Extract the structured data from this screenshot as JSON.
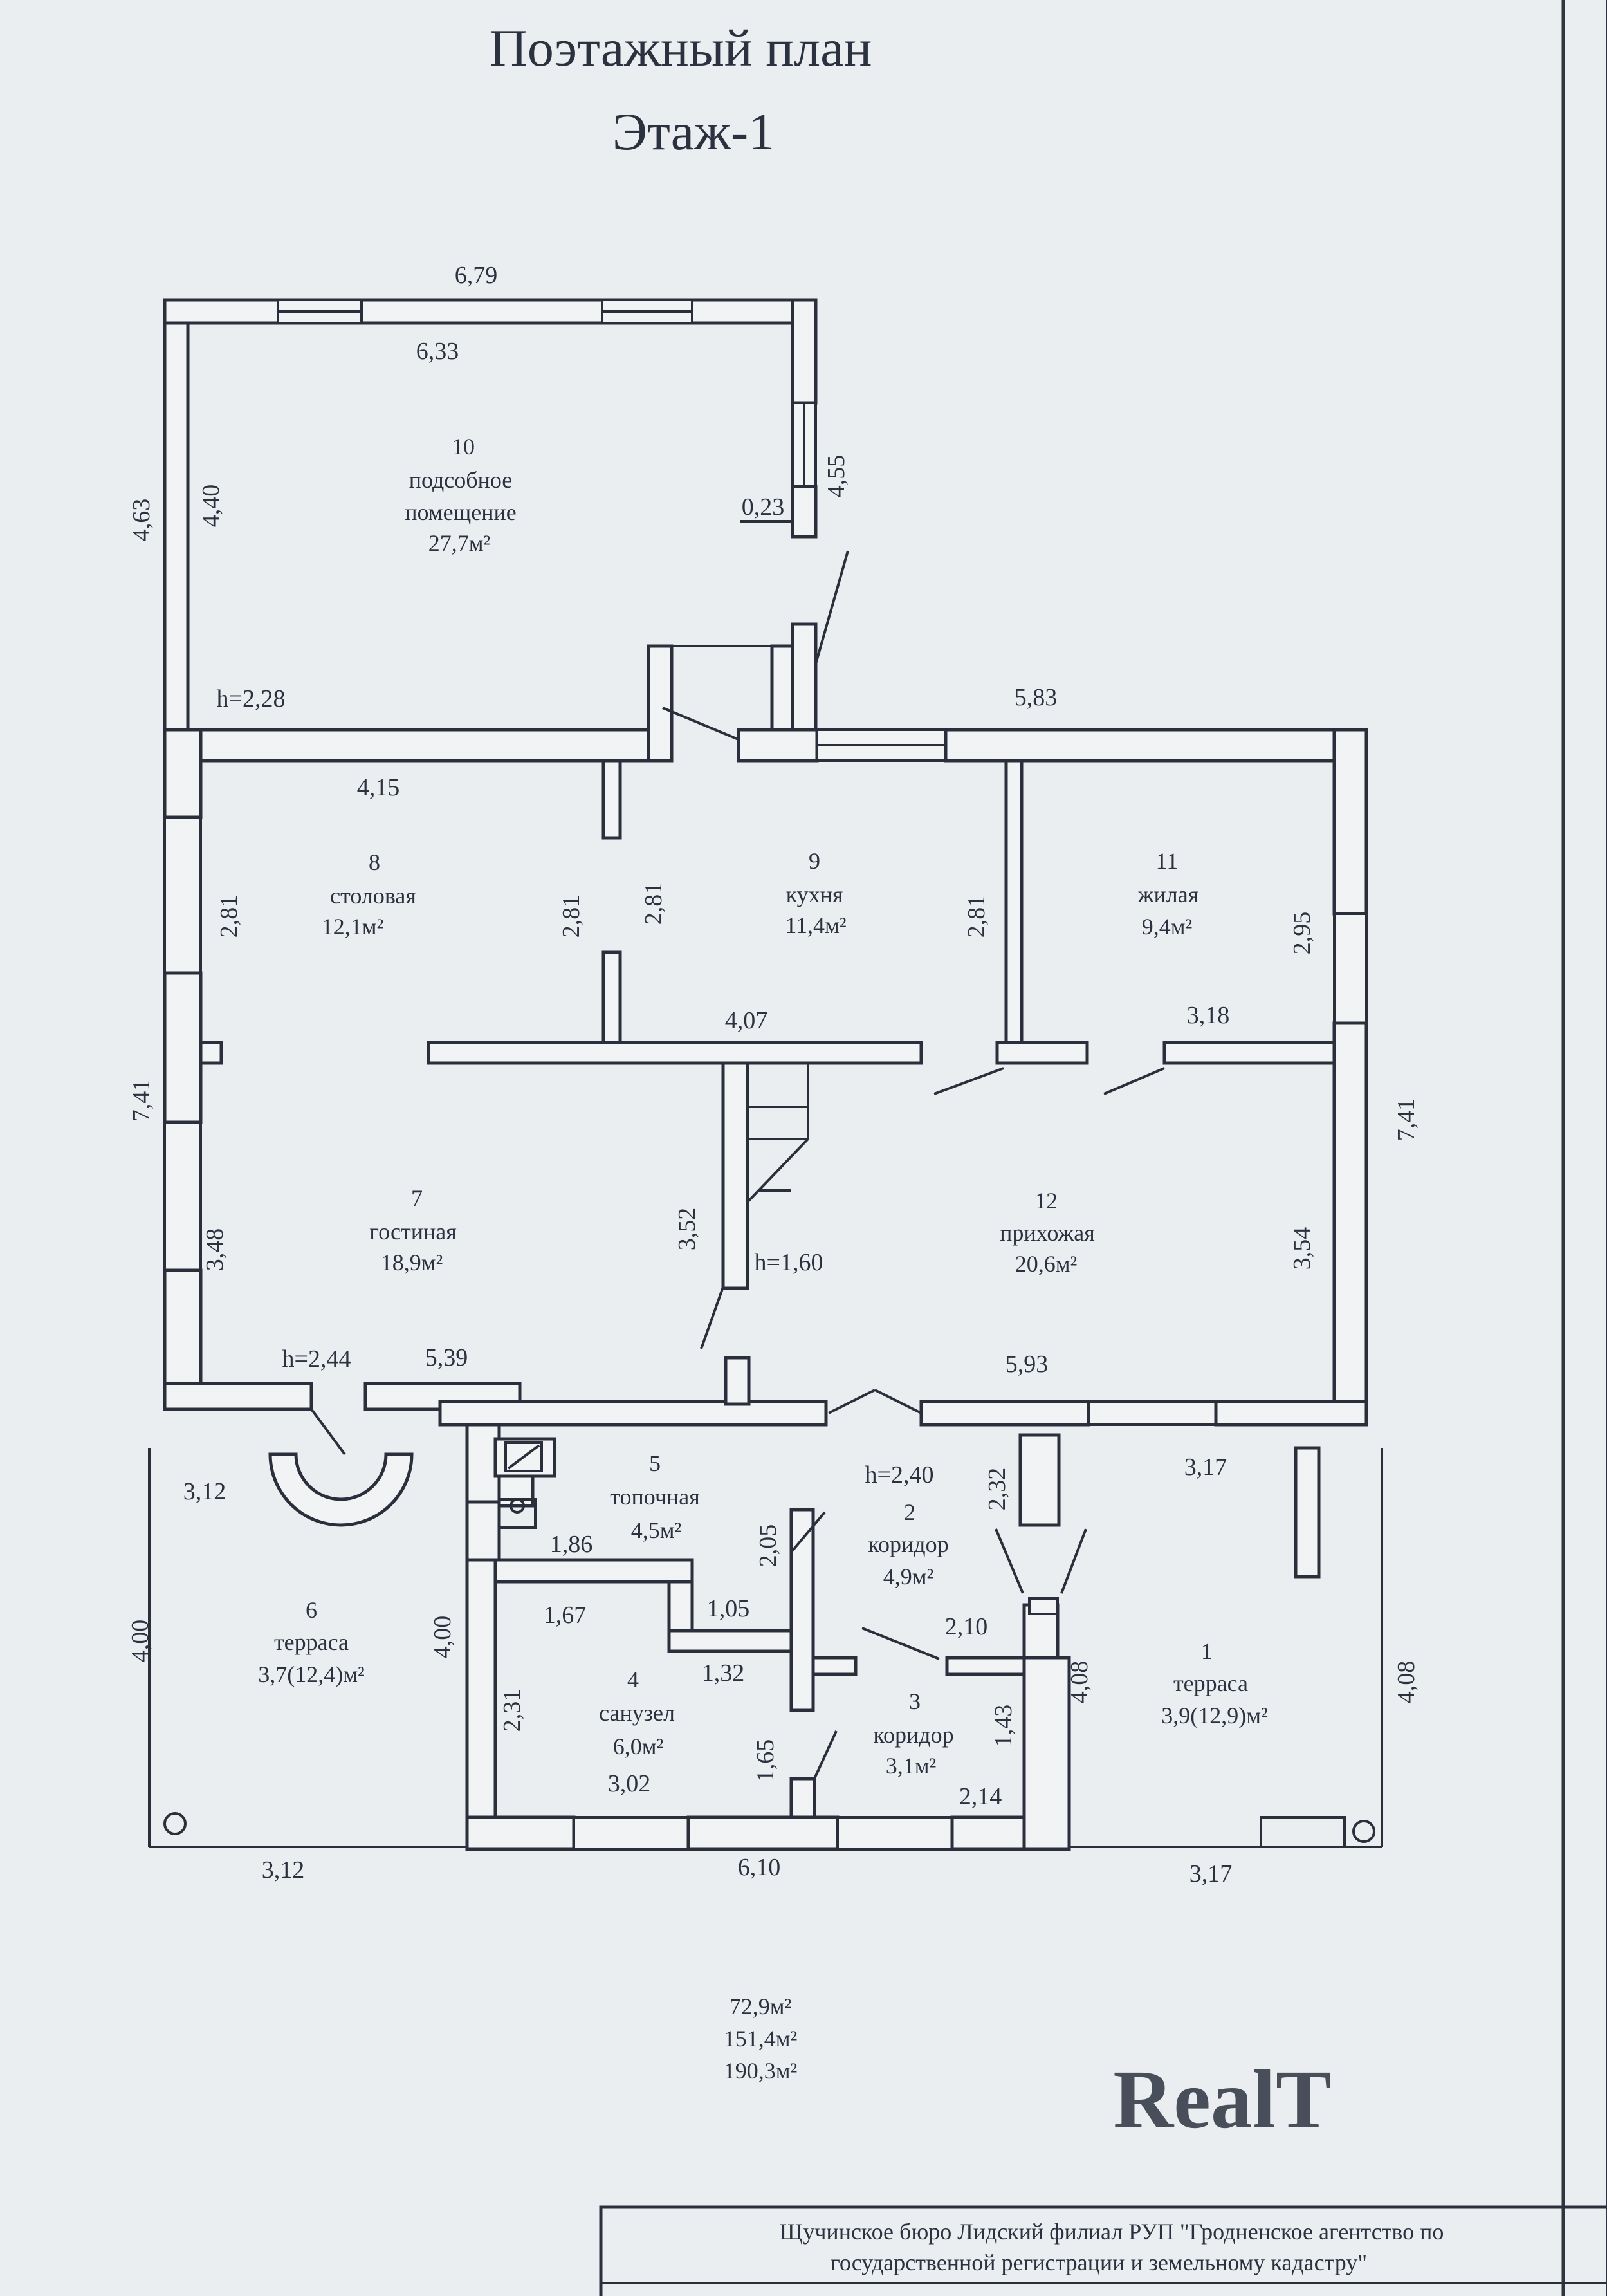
{
  "header": {
    "title": "Поэтажный план",
    "floor": "Этаж-1"
  },
  "rooms": {
    "r10": {
      "num": "10",
      "name1": "подсобное",
      "name2": "помещение",
      "area": "27,7м²"
    },
    "r8": {
      "num": "8",
      "name": "столовая",
      "area": "12,1м²"
    },
    "r9": {
      "num": "9",
      "name": "кухня",
      "area": "11,4м²"
    },
    "r11": {
      "num": "11",
      "name": "жилая",
      "area": "9,4м²"
    },
    "r7": {
      "num": "7",
      "name": "гостиная",
      "area": "18,9м²"
    },
    "r12": {
      "num": "12",
      "name": "прихожая",
      "area": "20,6м²"
    },
    "r5": {
      "num": "5",
      "name": "топочная",
      "area": "4,5м²"
    },
    "r2": {
      "num": "2",
      "name": "коридор",
      "area": "4,9м²"
    },
    "r6": {
      "num": "6",
      "name": "терраса",
      "area": "3,7(12,4)м²"
    },
    "r1": {
      "num": "1",
      "name": "терраса",
      "area": "3,9(12,9)м²"
    },
    "r4": {
      "num": "4",
      "name": "санузел",
      "area": "6,0м²"
    },
    "r3": {
      "num": "3",
      "name": "коридор",
      "area": "3,1м²"
    }
  },
  "dimensions": {
    "d679": "6,79",
    "d633": "6,33",
    "d463": "4,63",
    "d440": "4,40",
    "d455": "4,55",
    "d023": "0,23",
    "h228": "h=2,28",
    "d583": "5,83",
    "d415": "4,15",
    "d281a": "2,81",
    "d281b": "2,81",
    "d281c": "2,81",
    "d281d": "2,81",
    "d295": "2,95",
    "d407": "4,07",
    "d318": "3,18",
    "d741l": "7,41",
    "d741r": "7,41",
    "d348": "3,48",
    "d352": "3,52",
    "h160": "h=1,60",
    "d354": "3,54",
    "h244": "h=2,44",
    "d539": "5,39",
    "d593": "5,93",
    "d312a": "3,12",
    "h240": "h=2,40",
    "d232": "2,32",
    "d317a": "3,17",
    "d186": "1,86",
    "d205": "2,05",
    "d167": "1,67",
    "d105": "1,05",
    "d210": "2,10",
    "d400a": "4,00",
    "d400b": "4,00",
    "d132": "1,32",
    "d231": "2,31",
    "d143": "1,43",
    "d408a": "4,08",
    "d408b": "4,08",
    "d302": "3,02",
    "d165": "1,65",
    "d214": "2,14",
    "d312b": "3,12",
    "d610": "6,10",
    "d317b": "3,17"
  },
  "totals": [
    "72,9м²",
    "151,4м²",
    "190,3м²"
  ],
  "footer": {
    "line1": "Щучинское бюро Лидский филиал РУП \"Гродненское агентство по",
    "line2": "государственной регистрации и земельному кадастру\""
  },
  "watermark": "RealT",
  "colors": {
    "paper": "#ebeef0",
    "ink": "#2b2f3c",
    "wall_fill": "#f1f3f4"
  }
}
